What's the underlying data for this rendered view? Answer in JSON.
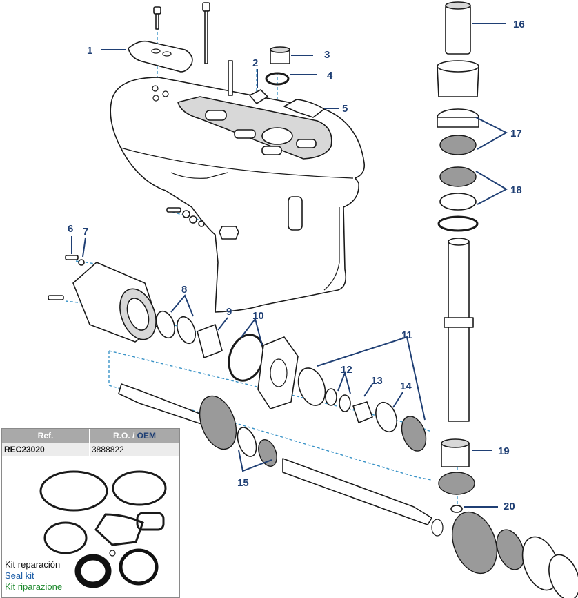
{
  "callouts": [
    "1",
    "2",
    "3",
    "4",
    "5",
    "6",
    "7",
    "8",
    "9",
    "10",
    "11",
    "12",
    "13",
    "14",
    "15",
    "16",
    "17",
    "18",
    "19",
    "20"
  ],
  "kit": {
    "header_ref": "Ref.",
    "header_ro": "R.O.",
    "header_sep": " / ",
    "header_oem": "OEM",
    "ref": "REC23020",
    "ro_oem": "3888822",
    "label_es": "Kit reparación",
    "label_en": "Seal kit",
    "label_it": "Kit riparazione"
  },
  "colors": {
    "callout": "#1f3f74",
    "dashed_guide": "#3a93c7",
    "seal_kit_en": "#1f5fa8",
    "seal_kit_it": "#1e8a2e"
  }
}
